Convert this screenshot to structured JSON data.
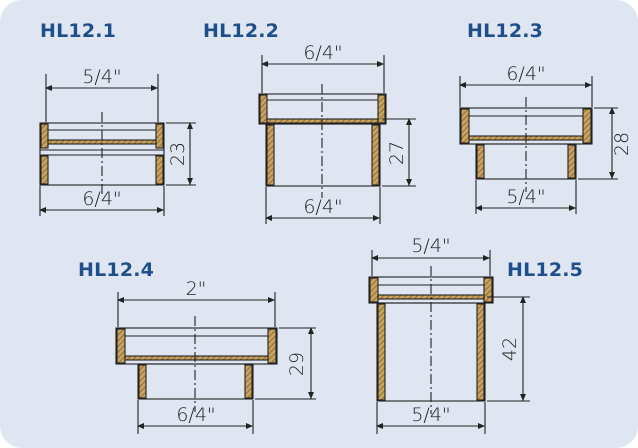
{
  "parts": [
    {
      "code": "HL12.1",
      "top": "5/4\"",
      "bottom": "6/4\"",
      "height": "23"
    },
    {
      "code": "HL12.2",
      "top": "6/4\"",
      "bottom": "6/4\"",
      "height": "27"
    },
    {
      "code": "HL12.3",
      "top": "6/4\"",
      "bottom": "5/4\"",
      "height": "28"
    },
    {
      "code": "HL12.4",
      "top": "2\"",
      "bottom": "6/4\"",
      "height": "29"
    },
    {
      "code": "HL12.5",
      "top": "5/4\"",
      "bottom": "5/4\"",
      "height": "42"
    }
  ],
  "colors": {
    "background": "#dfe6f1",
    "code_text": "#1f4f8a",
    "line": "#222222",
    "wall_fill": "#b9934e"
  }
}
